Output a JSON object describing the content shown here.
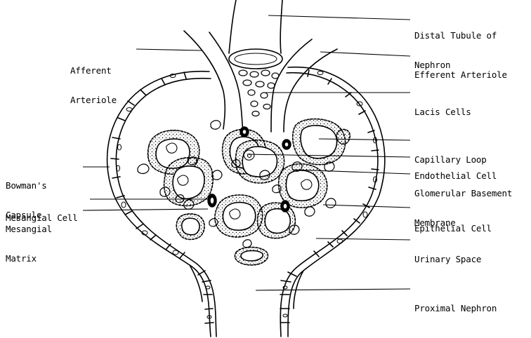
{
  "diagram": {
    "labels": {
      "distal_tubule": [
        "Distal Tubule of",
        "Nephron"
      ],
      "afferent_arteriole": [
        "Afferent",
        "Arteriole"
      ],
      "efferent_arteriole": [
        "Efferent Arteriole"
      ],
      "lacis_cells": [
        "Lacis Cells"
      ],
      "capillary_loop": [
        "Capillary Loop"
      ],
      "endothelial_cell": [
        "Endothelial Cell"
      ],
      "bowmans_capsule": [
        "Bowman's",
        "Capsule"
      ],
      "glomerular_basement_membrane": [
        "Glomerular Basement",
        "Membrane"
      ],
      "mesangial_cell": [
        "Mesangial Cell"
      ],
      "mesangial_matrix": [
        "Mesangial",
        "Matrix"
      ],
      "epithelial_cell": [
        "Epithelial Cell"
      ],
      "urinary_space": [
        "Urinary Space"
      ],
      "proximal_nephron": [
        "Proximal Nephron"
      ]
    },
    "colors": {
      "ink": "#000000",
      "paper": "#ffffff"
    }
  }
}
